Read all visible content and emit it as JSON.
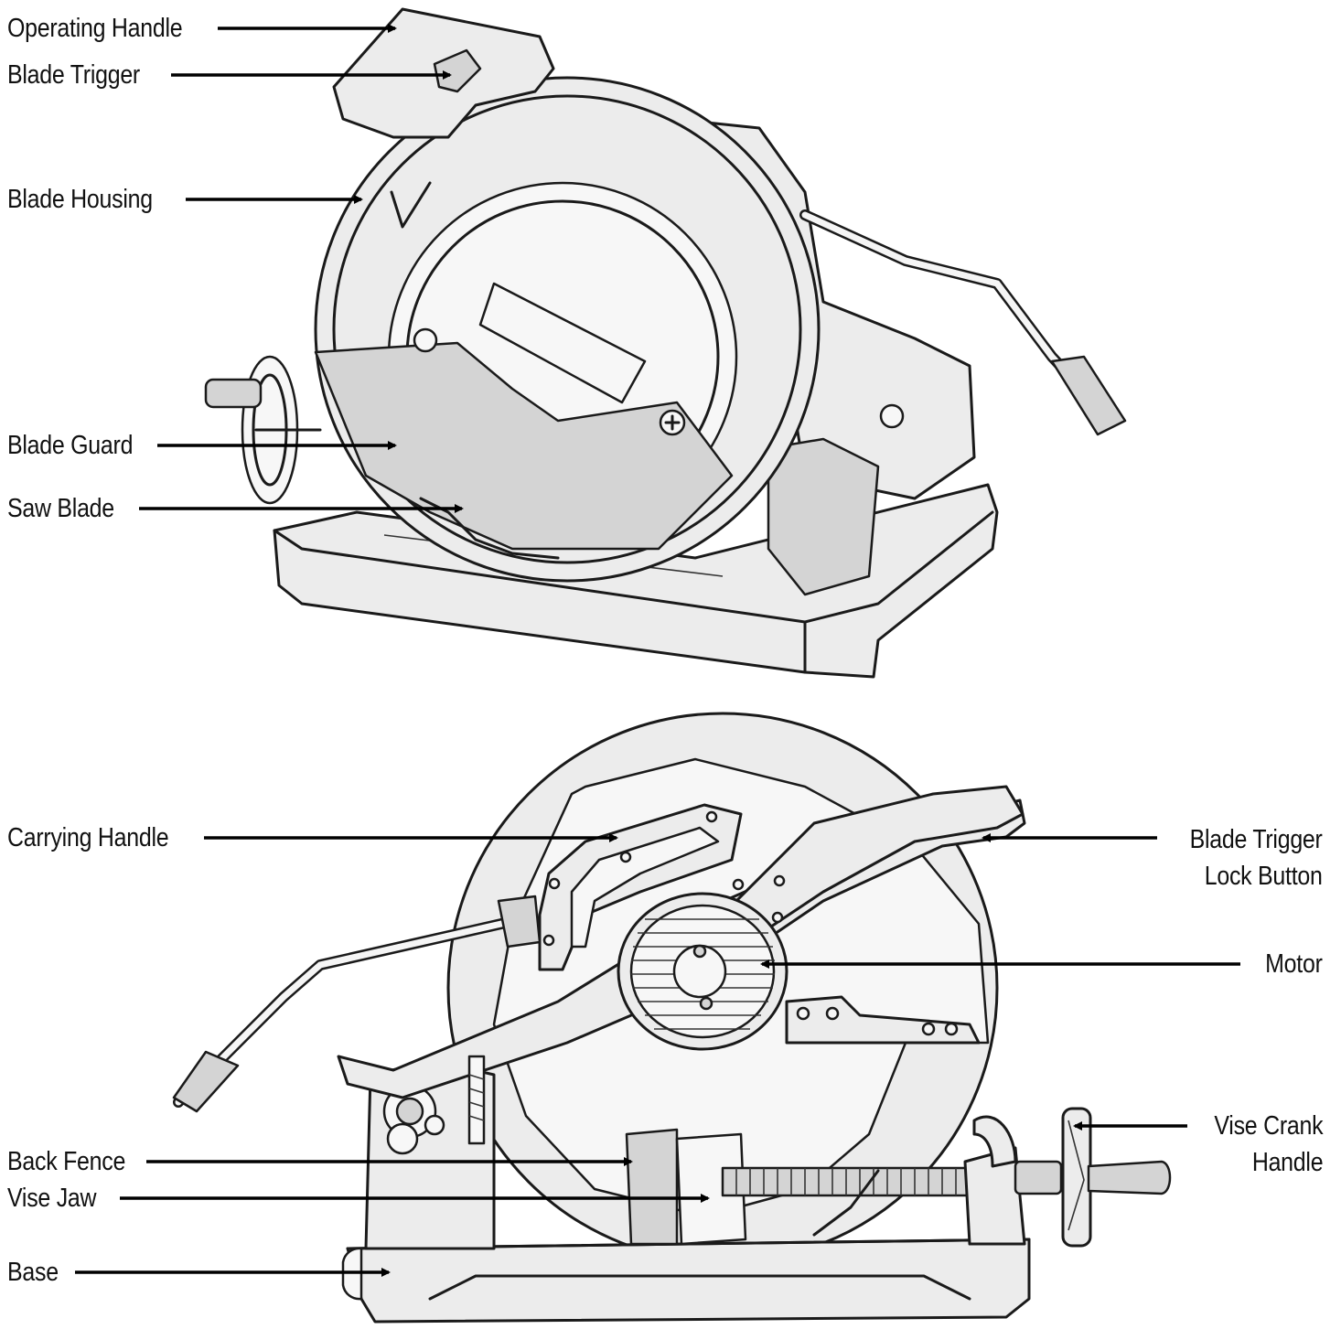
{
  "top_view": {
    "labels": {
      "operating_handle": "Operating Handle",
      "blade_trigger": "Blade Trigger",
      "blade_housing": "Blade Housing",
      "blade_guard": "Blade Guard",
      "saw_blade": "Saw Blade"
    }
  },
  "bottom_view": {
    "labels": {
      "carrying_handle": "Carrying Handle",
      "blade_trigger_lock_button_line1": "Blade Trigger",
      "blade_trigger_lock_button_line2": "Lock Button",
      "motor": "Motor",
      "vise_crank_handle_line1": "Vise Crank",
      "vise_crank_handle_line2": "Handle",
      "back_fence": "Back Fence",
      "vise_jaw": "Vise Jaw",
      "base": "Base"
    }
  },
  "colors": {
    "line": "#1a1a1a",
    "fill_light": "#ececec",
    "fill_dark": "#d4d4d4"
  }
}
